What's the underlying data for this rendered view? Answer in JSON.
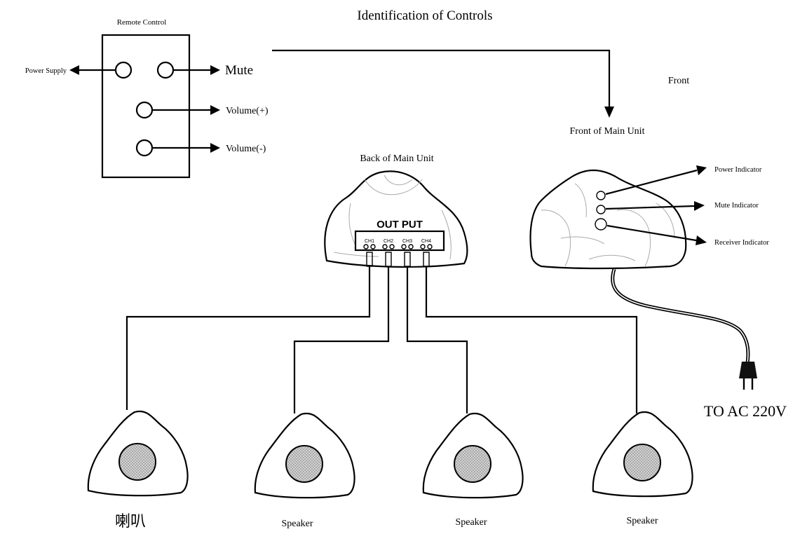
{
  "title": "Identification of Controls",
  "remote": {
    "label": "Remote Control",
    "power_supply": "Power Supply",
    "mute": "Mute",
    "volume_up": "Volume(+)",
    "volume_down": "Volume(-)"
  },
  "front_label": "Front",
  "front_unit": {
    "label": "Front of Main Unit",
    "power_indicator": "Power Indicator",
    "mute_indicator": "Mute Indicator",
    "receiver_indicator": "Receiver Indicator",
    "ac_label": "TO AC 220V"
  },
  "back_unit": {
    "label": "Back of Main Unit",
    "output_label": "OUT PUT",
    "channels": [
      "CH1",
      "CH2",
      "CH3",
      "CH4"
    ]
  },
  "speakers": [
    "喇叭",
    "Speaker",
    "Speaker",
    "Speaker"
  ],
  "colors": {
    "indicator_fill": "#bfe6f0",
    "speaker_grill": "#c8c8c8"
  }
}
